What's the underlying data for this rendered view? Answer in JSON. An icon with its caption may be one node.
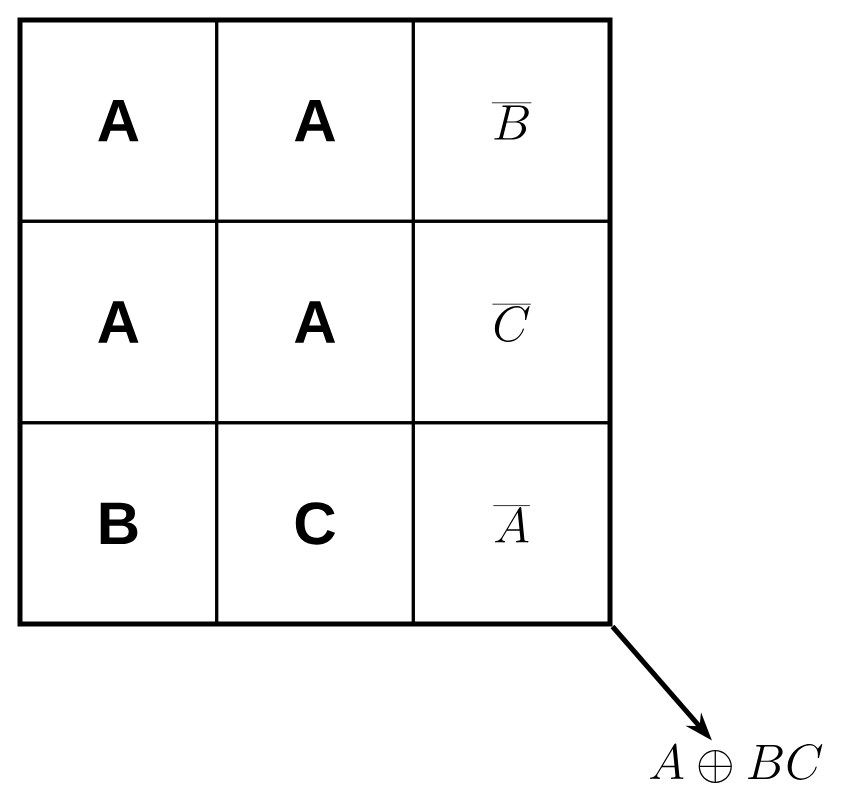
{
  "diagram": {
    "nodes": [
      {
        "text": [],
        "shape": "box"
      },
      {
        "text": [
          "A"
        ],
        "in": 0
      },
      {
        "text": [
          "A"
        ],
        "in": 0
      },
      {
        "text": [
          "\\overline{B}"
        ],
        "in": 0
      },
      {
        "text": [
          "A"
        ],
        "in": 0
      },
      {
        "text": [
          "A"
        ],
        "in": 0
      },
      {
        "text": [
          "\\overline{C}"
        ],
        "in": 0
      },
      {
        "text": [
          "B"
        ],
        "in": 0
      },
      {
        "text": [
          "C"
        ],
        "in": 0
      },
      {
        "text": [
          "\\overline{A}"
        ],
        "in": 0
      },
      {
        "text": [
          "A\\oplus BC"
        ]
      }
    ],
    "edges": [
      {
        "from": 0,
        "to": 10,
        "arrow": "to"
      }
    ]
  }
}
